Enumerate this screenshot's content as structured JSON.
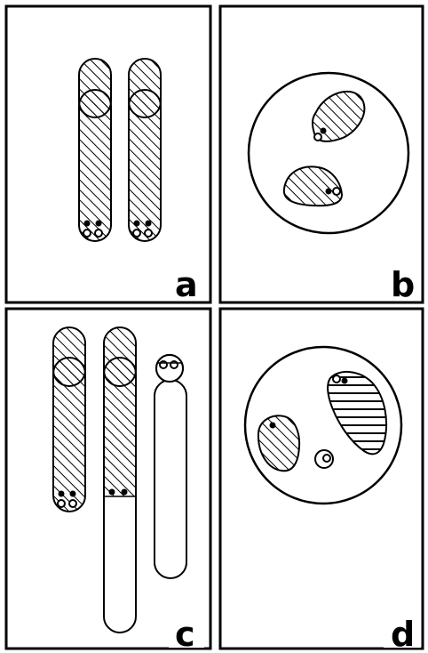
{
  "panels": [
    {
      "id": "a",
      "label": "a"
    },
    {
      "id": "b",
      "label": "b"
    },
    {
      "id": "c",
      "label": "c"
    },
    {
      "id": "d",
      "label": "d"
    }
  ],
  "colors": {
    "ink": "#000000",
    "background": "#ffffff"
  }
}
